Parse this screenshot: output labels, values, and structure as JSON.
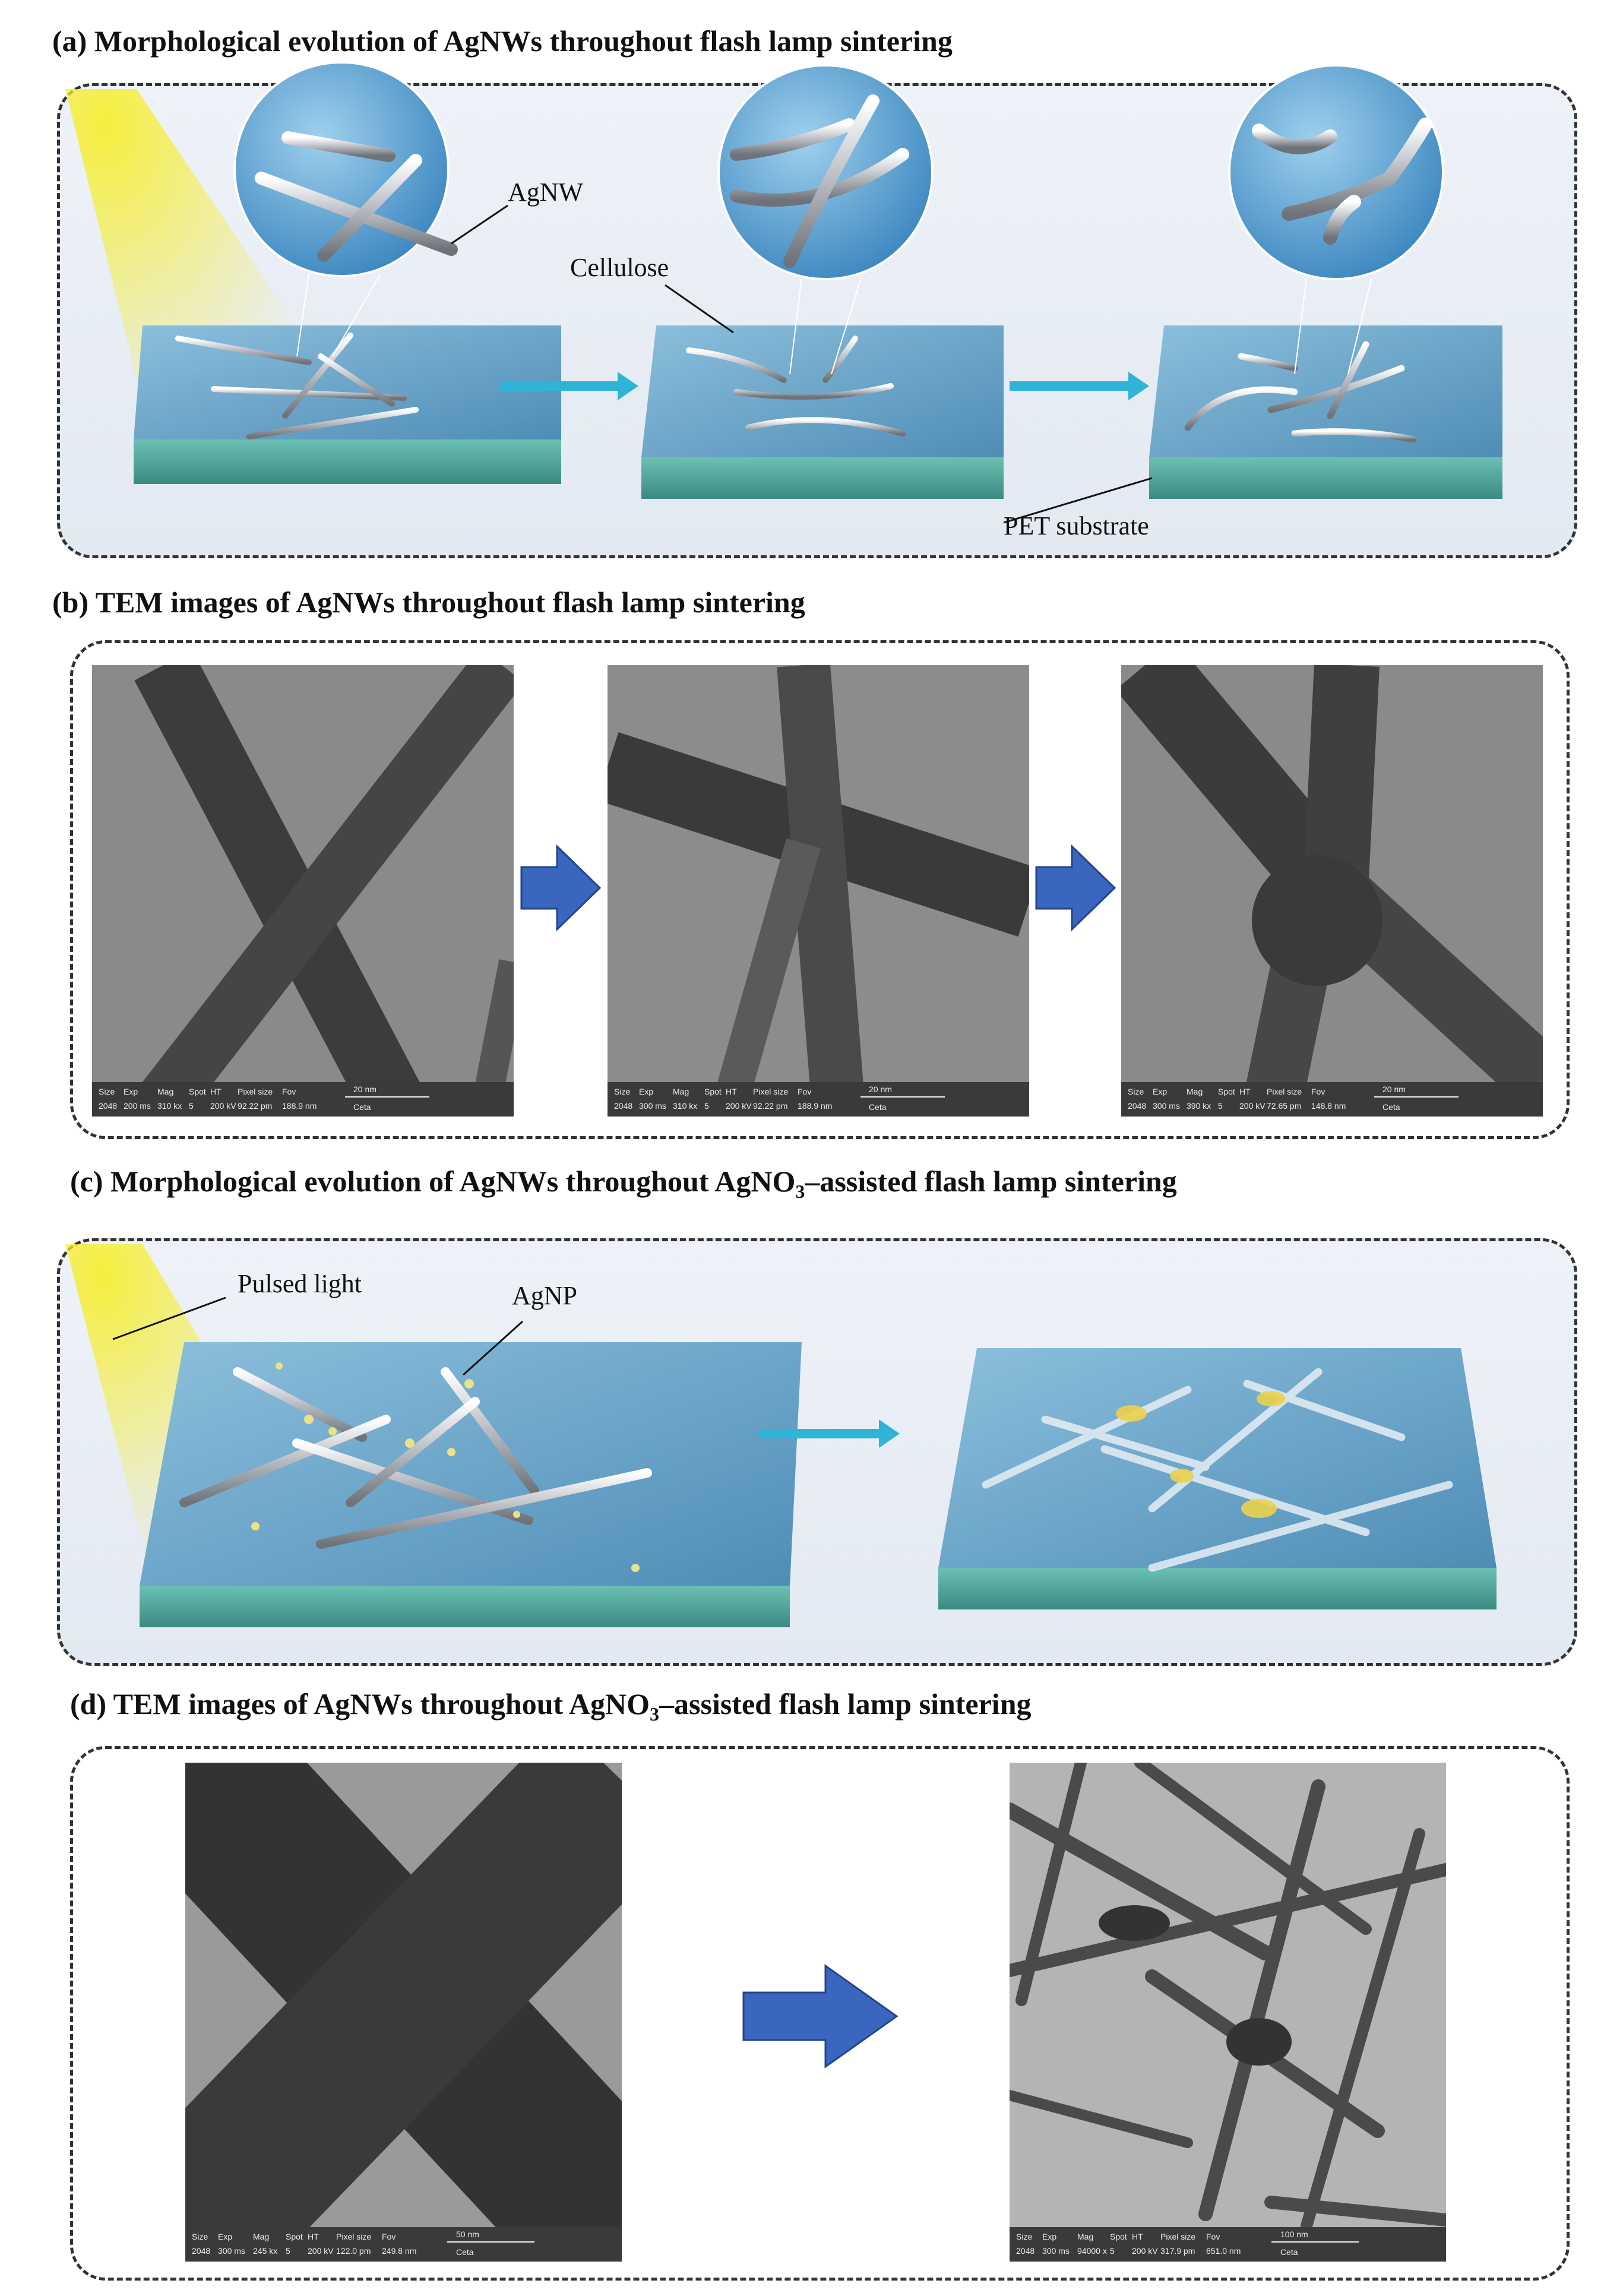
{
  "panels": {
    "a": {
      "label": "(a) Morphological evolution of AgNWs throughout flash lamp sintering"
    },
    "b": {
      "label": "(b) TEM images of AgNWs throughout flash lamp sintering"
    },
    "c": {
      "label_pre": "(c) Morphological evolution of AgNWs throughout AgNO",
      "label_sub": "3",
      "label_post": "–assisted flash lamp sintering"
    },
    "d": {
      "label_pre": "(d) TEM images of AgNWs throughout AgNO",
      "label_sub": "3",
      "label_post": "–assisted flash lamp sintering"
    }
  },
  "annotations": {
    "agnw": "AgNW",
    "cellulose": "Cellulose",
    "pet": "PET substrate",
    "pulsed_light": "Pulsed light",
    "agnp": "AgNP"
  },
  "tem_headers": [
    "Size",
    "Exp",
    "Mag",
    "Spot",
    "HT",
    "Pixel size",
    "Fov"
  ],
  "tem_images": {
    "b1": {
      "size": "2048",
      "exp": "200 ms",
      "mag": "310 kx",
      "spot": "5",
      "ht": "200 kV",
      "pixel": "92.22 pm",
      "fov": "188.9 nm",
      "scale": "20 nm",
      "detector": "Ceta"
    },
    "b2": {
      "size": "2048",
      "exp": "300 ms",
      "mag": "310 kx",
      "spot": "5",
      "ht": "200 kV",
      "pixel": "92.22 pm",
      "fov": "188.9 nm",
      "scale": "20 nm",
      "detector": "Ceta"
    },
    "b3": {
      "size": "2048",
      "exp": "300 ms",
      "mag": "390 kx",
      "spot": "5",
      "ht": "200 kV",
      "pixel": "72.65 pm",
      "fov": "148.8 nm",
      "scale": "20 nm",
      "detector": "Ceta"
    },
    "d1": {
      "size": "2048",
      "exp": "300 ms",
      "mag": "245 kx",
      "spot": "5",
      "ht": "200 kV",
      "pixel": "122.0 pm",
      "fov": "249.8 nm",
      "scale": "50 nm",
      "detector": "Ceta"
    },
    "d2": {
      "size": "2048",
      "exp": "300 ms",
      "mag": "94000 x",
      "spot": "5",
      "ht": "200 kV",
      "pixel": "317.9 pm",
      "fov": "651.0 nm",
      "scale": "100 nm",
      "detector": "Ceta"
    }
  },
  "colors": {
    "substrate_top": "#6aa3c6",
    "substrate_edge": "#4f9e96",
    "arrow_cyan": "#2fb4d8",
    "arrow_blue": "#3a66c0",
    "light": "#f6ee2a"
  }
}
